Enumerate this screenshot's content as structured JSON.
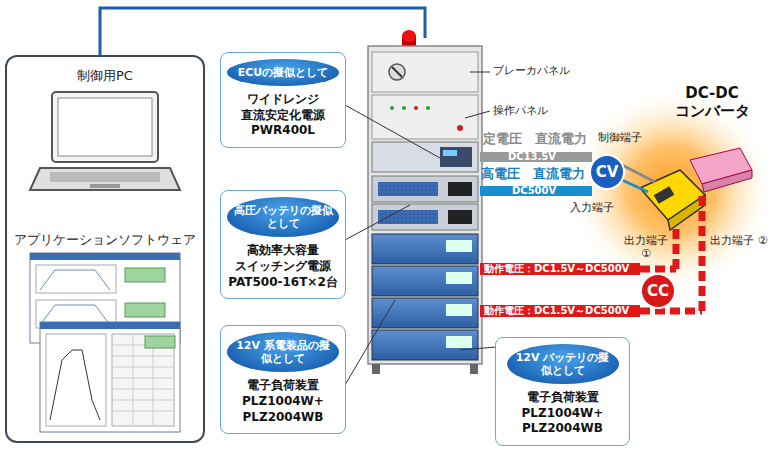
{
  "diagram": {
    "nodes": [
      {
        "text": [
          "制御用PC",
          "アプリケーションソフトウェア"
        ]
      },
      {
        "text": [
          "ECUの擬似として",
          "ワイドレンジ 直流安定化電源 PWR400L"
        ]
      },
      {
        "text": [
          "高圧バッテリの擬似として",
          "高効率大容量 スイッチング電源 PAT500-16T×2台"
        ]
      },
      {
        "text": [
          "12V 系電装品の擬似として",
          "電子負荷装置 PLZ1004W+ PLZ2004WB"
        ]
      },
      {
        "text": [
          "CV"
        ]
      },
      {
        "text": [
          "CC"
        ]
      },
      {
        "text": [
          "12V バッテリの擬似として",
          "電子負荷装置 PLZ1004W+ PLZ2004WB"
        ]
      }
    ],
    "labels": [
      "ブレーカパネル",
      "操作パネル",
      "定電圧　直流電力",
      "DC13.5V",
      "制御端子",
      "高電圧　直流電力",
      "DC500V",
      "入力端子",
      "DC-DC コンバータ",
      "出力端子 ①",
      "出力端子 ②",
      "動作電圧：DC1.5V～DC500V",
      "動作電圧：DC1.5V～DC500V"
    ]
  }
}
